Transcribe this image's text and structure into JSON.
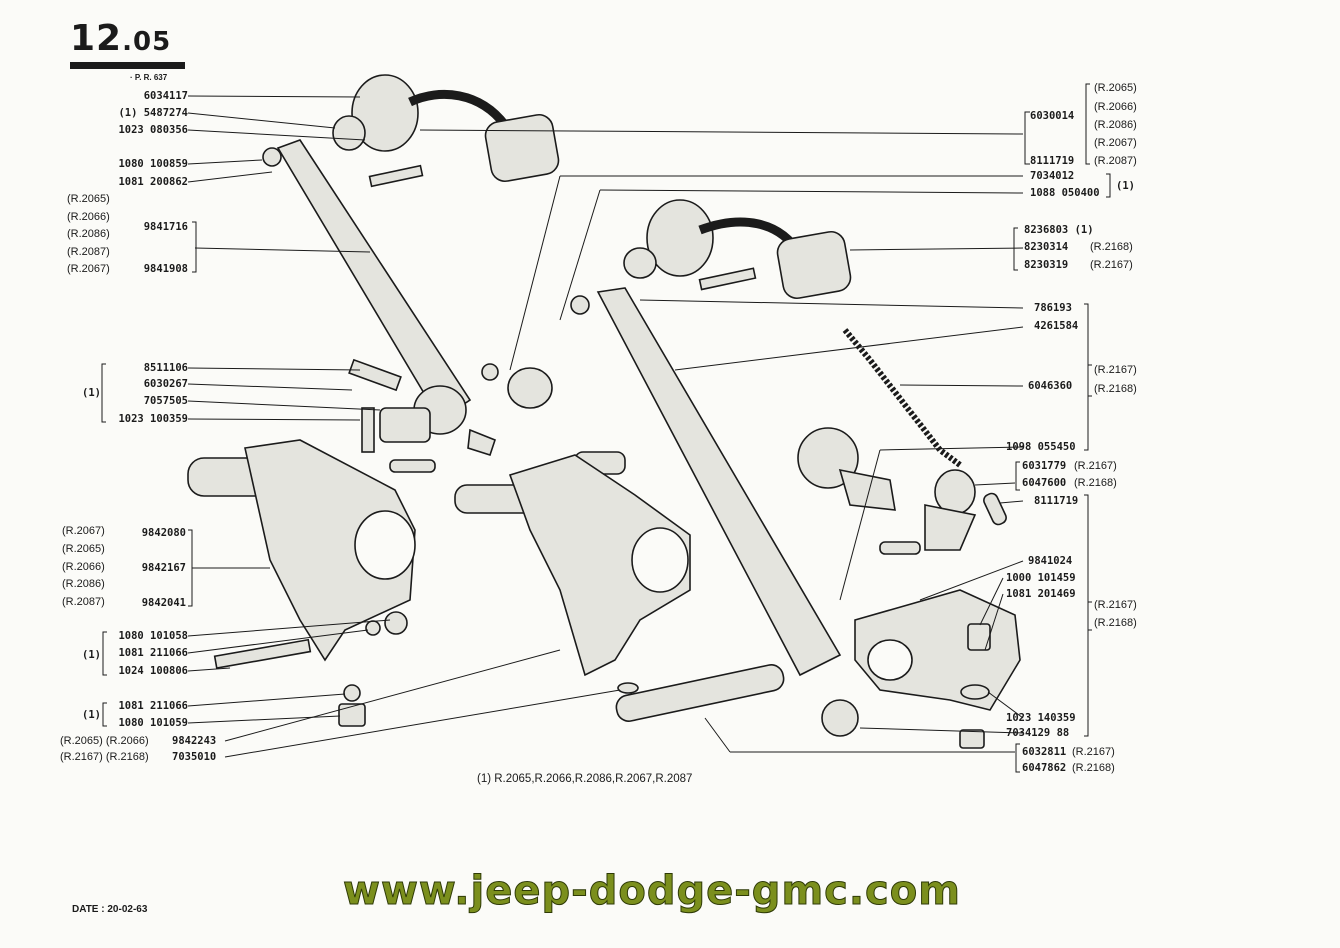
{
  "header": {
    "section_major": "12",
    "section_minor": ".05",
    "plate_ref": "· P. R. 637"
  },
  "left_labels": {
    "l1": "6034117",
    "l2": "(1) 5487274",
    "l3": "1023 080356",
    "l4": "1080 100859",
    "l5": "1081 200862",
    "l6_refs": [
      "(R.2065)",
      "(R.2066)",
      "(R.2086)",
      "(R.2087)",
      "(R.2067)"
    ],
    "l6_a": "9841716",
    "l6_b": "9841908",
    "one_note": "(1)",
    "l7": "8511106",
    "l8": "6030267",
    "l9": "7057505",
    "l10": "1023 100359",
    "l11_refs": [
      "(R.2067)",
      "(R.2065)",
      "(R.2066)",
      "(R.2086)",
      "(R.2087)"
    ],
    "l11_a": "9842080",
    "l11_b": "9842167",
    "l11_c": "9842041",
    "l12": "1080 101058",
    "l13": "1081 211066",
    "l14": "1024 100806",
    "l15": "1081 211066",
    "l16": "1080 101059",
    "l17_ref": "(R.2065) (R.2066)",
    "l17": "9842243",
    "l18_ref": "(R.2167) (R.2168)",
    "l18": "7035010"
  },
  "right_labels": {
    "r1_a": "6030014",
    "r1_b": "8111719",
    "r1_refs": [
      "(R.2065)",
      "(R.2066)",
      "(R.2086)",
      "(R.2067)",
      "(R.2087)"
    ],
    "r2": "7034012",
    "r3": "1088 050400",
    "r3_note": "(1)",
    "r4": "8236803 (1)",
    "r5": "8230314",
    "r5_ref": "(R.2168)",
    "r6": "8230319",
    "r6_ref": "(R.2167)",
    "r7": "786193",
    "r8": "4261584",
    "r9": "6046360",
    "r9_refs": [
      "(R.2167)",
      "(R.2168)"
    ],
    "r10": "1098 055450",
    "r11": "6031779",
    "r11_ref": "(R.2167)",
    "r12": "6047600",
    "r12_ref": "(R.2168)",
    "r13": "8111719",
    "r14": "9841024",
    "r15": "1000 101459",
    "r16": "1081 201469",
    "r16_refs": [
      "(R.2167)",
      "(R.2168)"
    ],
    "r17": "1023 140359",
    "r18": "7034129 88",
    "r19": "6032811",
    "r19_ref": "(R.2167)",
    "r20": "6047862",
    "r20_ref": "(R.2168)"
  },
  "footnote": "(1) R.2065,R.2066,R.2086,R.2067,R.2087",
  "date_label": "DATE : 20-02-63",
  "website": "www.jeep-dodge-gmc.com"
}
